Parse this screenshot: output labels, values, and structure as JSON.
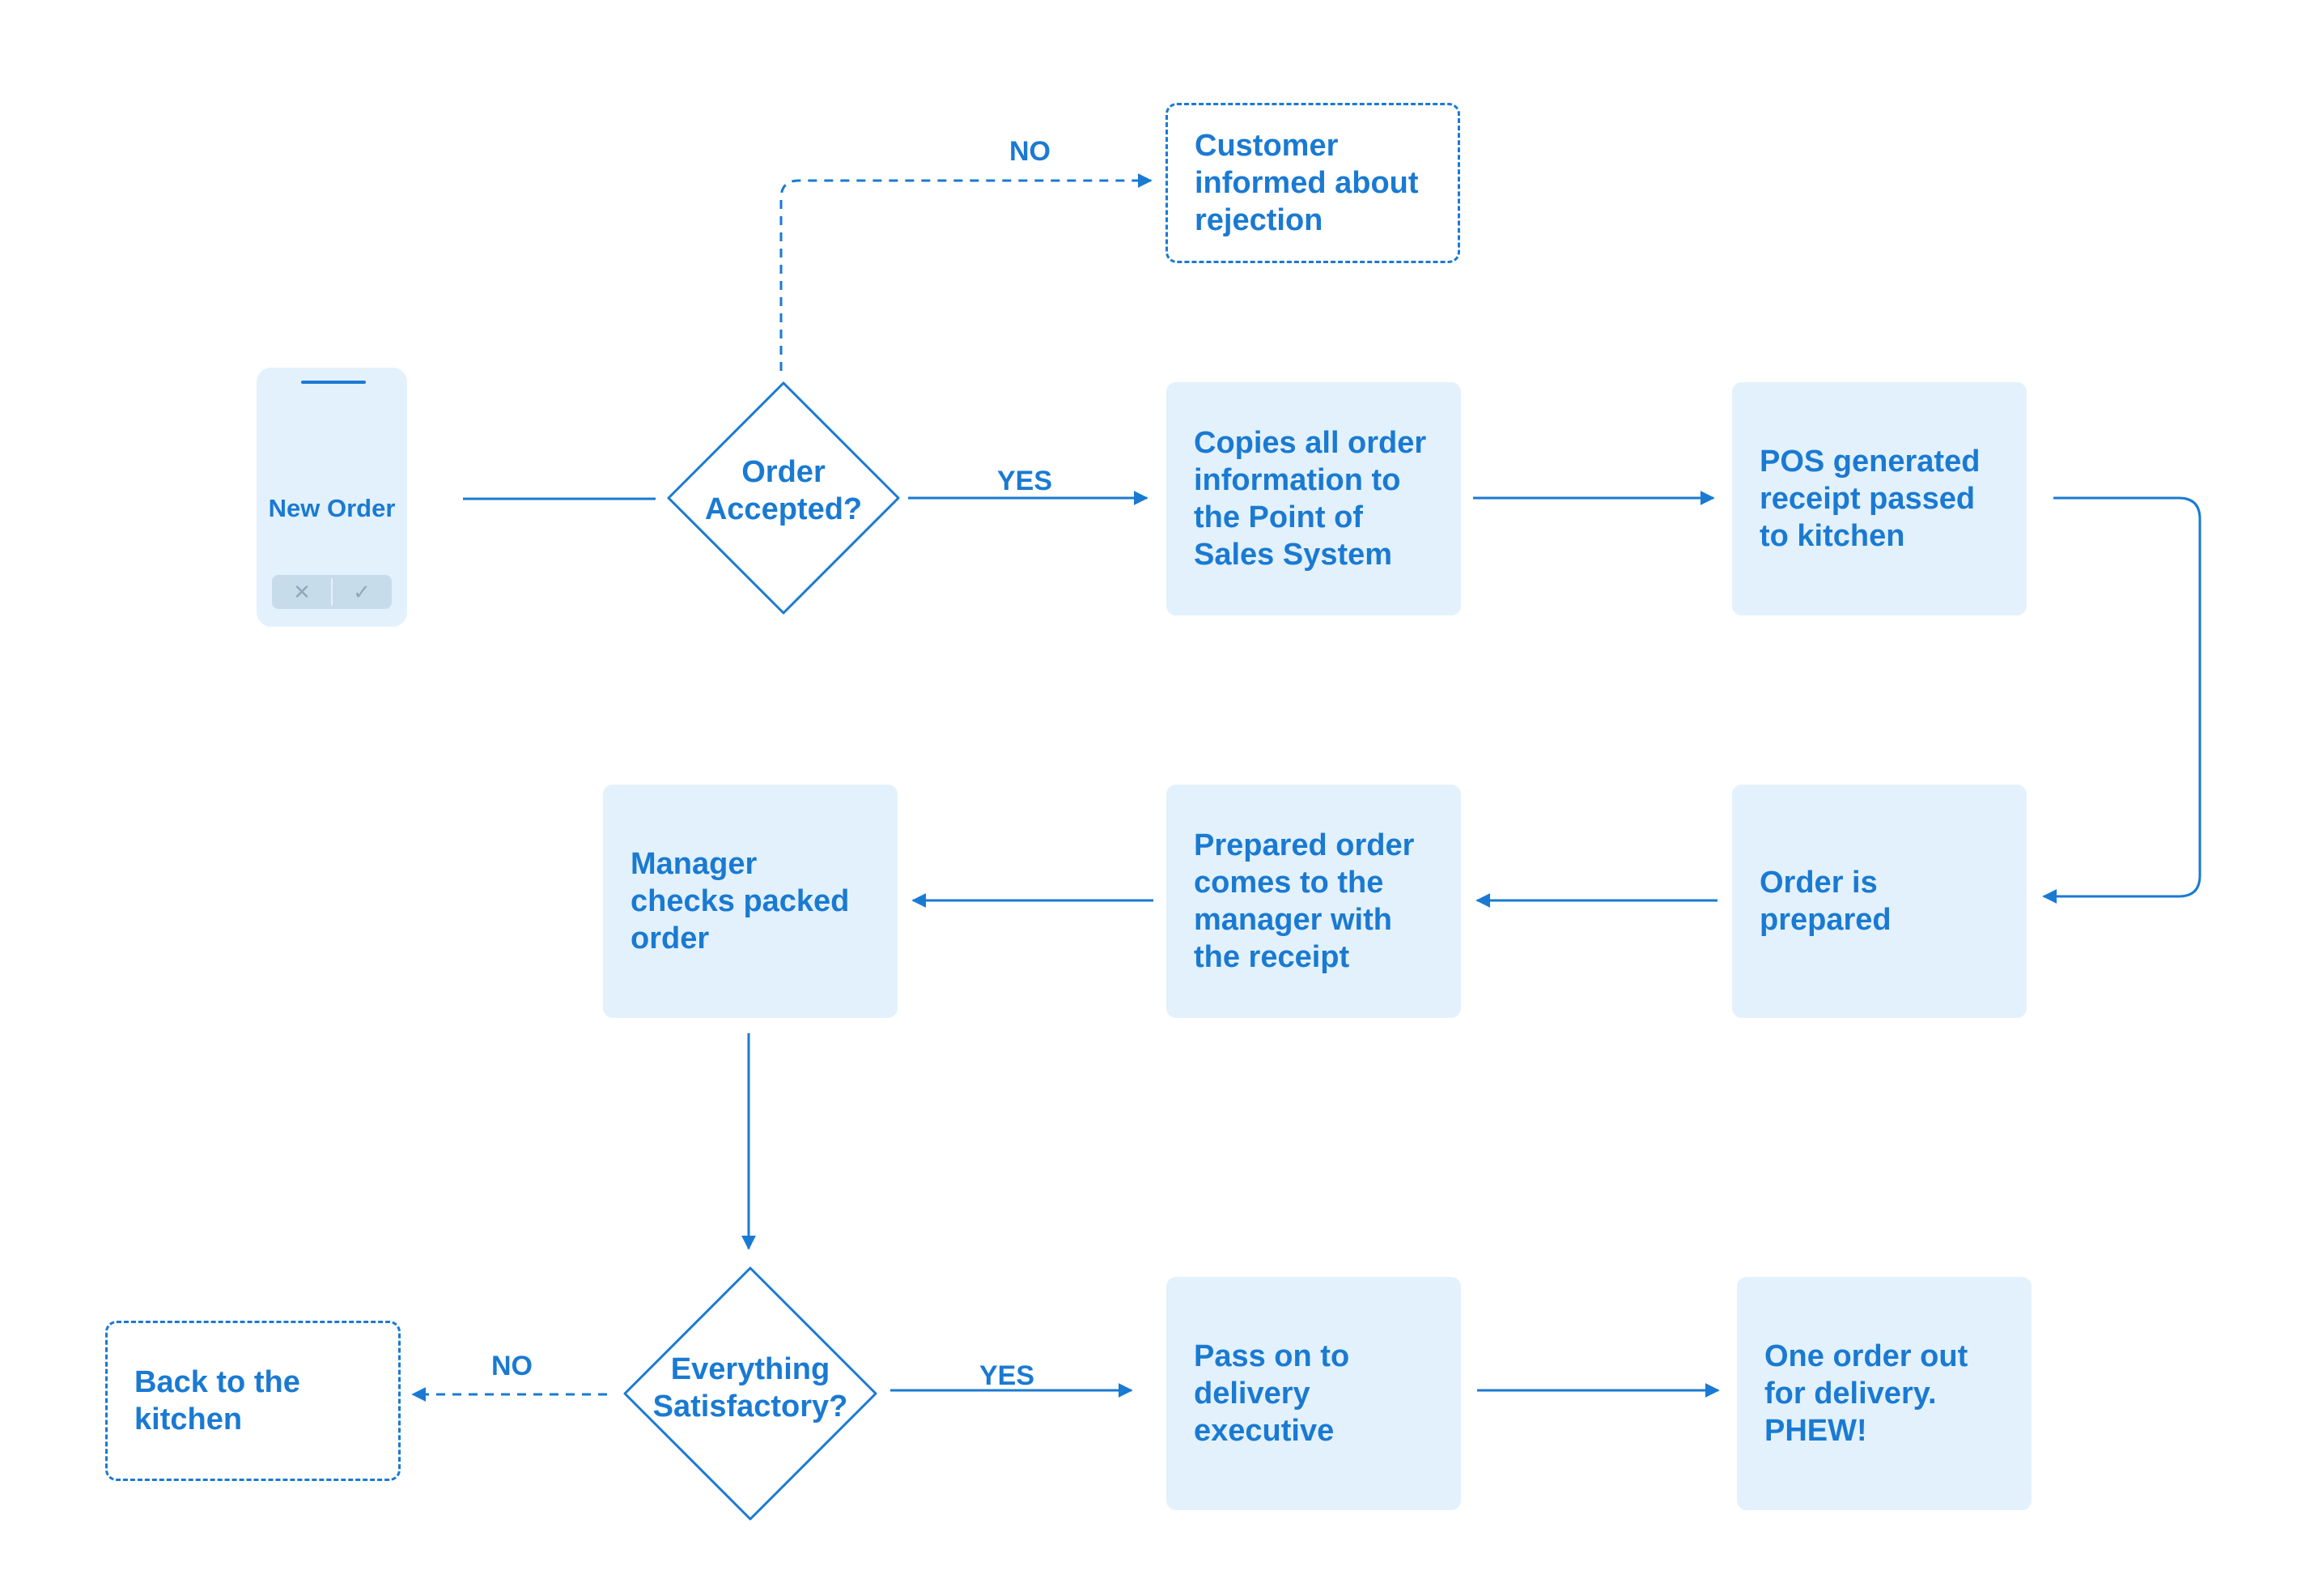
{
  "colors": {
    "accent": "#1a7ad2",
    "box_fill": "#e3f1fc"
  },
  "phone": {
    "title": "New Order",
    "reject_icon": "close-icon",
    "accept_icon": "check-icon"
  },
  "decision1": {
    "text": "Order\nAccepted?",
    "no_label": "NO",
    "yes_label": "YES"
  },
  "rejection_box": {
    "text": "Customer\ninformed about\nrejection"
  },
  "steps": {
    "copies": "Copies all order\ninformation to\nthe Point of\nSales System",
    "pos": "POS generated\nreceipt passed\nto kitchen",
    "prepared": "Order is\nprepared",
    "comes_to_manager": "Prepared order\ncomes to the\nmanager with\nthe receipt",
    "manager_checks": "Manager\nchecks packed\norder",
    "pass_on": "Pass on to\ndelivery\nexecutive",
    "out": "One order out\nfor delivery.\nPHEW!"
  },
  "decision2": {
    "text": "Everything\nSatisfactory?",
    "no_label": "NO",
    "yes_label": "YES"
  },
  "back_box": {
    "text": "Back to the\nkitchen"
  }
}
